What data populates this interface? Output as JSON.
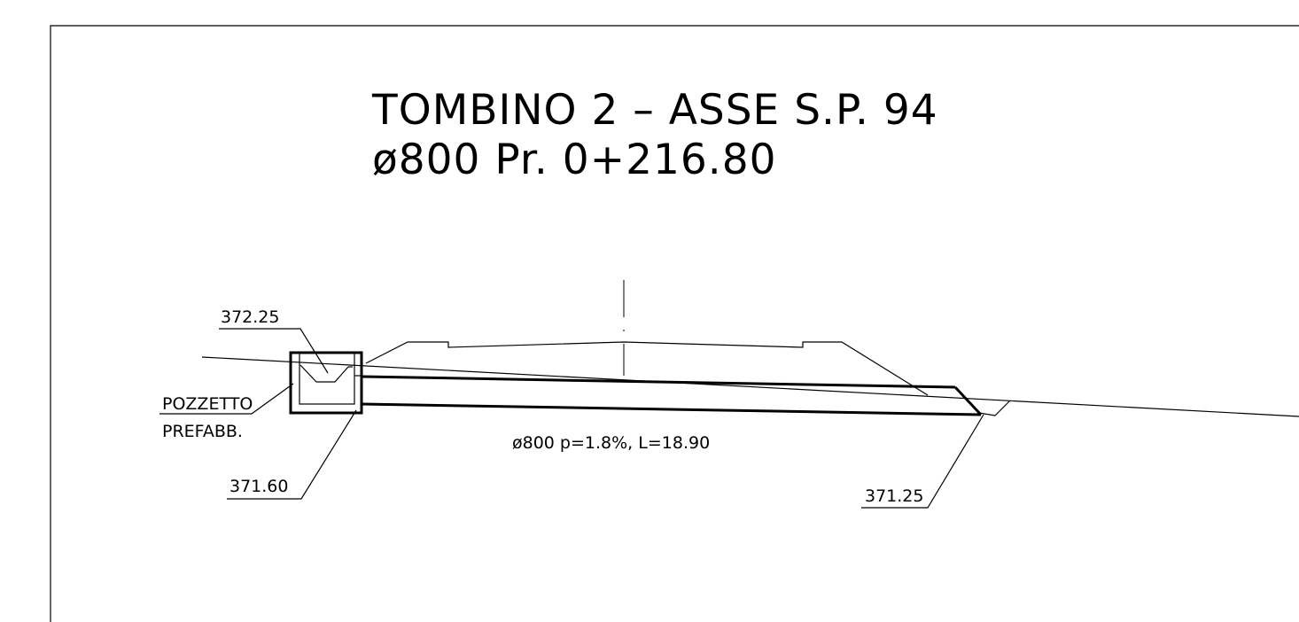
{
  "title": {
    "line1": "TOMBINO 2 – ASSE S.P. 94",
    "line2": "ø800 Pr. 0+216.80"
  },
  "labels": {
    "top_elevation_inlet": "372.25",
    "bottom_elevation_inlet": "371.60",
    "outlet_elevation": "371.25",
    "manhole_line1": "POZZETTO",
    "manhole_line2": "PREFABB.",
    "pipe_spec": "ø800 p=1.8%, L=18.90"
  }
}
